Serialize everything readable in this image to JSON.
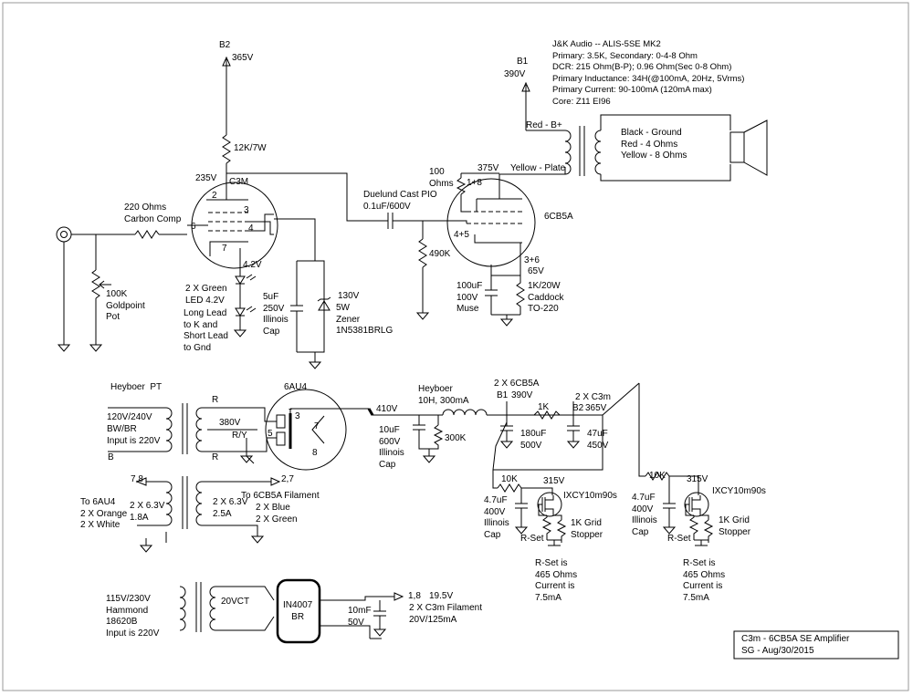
{
  "schematic": {
    "top": {
      "b2_label": "B2",
      "b2_voltage": "365V",
      "r_b2": "12K/7W",
      "c3m_plate_v": "235V",
      "c3m_name": "C3M",
      "pin2": "2",
      "pin3": "3",
      "pin4": "4",
      "pin6": "6",
      "pin7": "7",
      "cathode_v": "4.2V",
      "grid_r": "220 Ohms\nCarbon Comp",
      "pot": "100K\nGoldpoint\nPot",
      "led": "2 X Green\nLED 4.2V",
      "led_note": "Long Lead\nto K and\nShort Lead\nto Gnd",
      "cap_5uf": "5uF\n250V\nIllinois\nCap",
      "zener_v": "130V",
      "zener": "5W\nZener\n1N5381BRLG",
      "pio": "Duelund Cast PIO\n0.1uF/600V",
      "grid_leak": "490K",
      "grid_stop": "100\nOhms",
      "pin18": "1+8",
      "plate_v": "375V",
      "plate_lead": "Yellow - Plate",
      "pin45": "4+5",
      "tube_6cb5a": "6CB5A",
      "pin36": "3+6",
      "cath_v": "65V",
      "cath_cap": "100uF\n100V\nMuse",
      "cath_res": "1K/20W\nCaddock\nTO-220",
      "b1_label": "B1",
      "b1_voltage": "390V",
      "transformer_info": "J&K Audio -- ALIS-5SE MK2\nPrimary: 3.5K, Secondary: 0-4-8 Ohm\nDCR: 215 Ohm(B-P); 0.96 Ohm(Sec 0-8 Ohm)\nPrimary Inductance: 34H(@100mA, 20Hz, 5Vrms)\nPrimary Current: 90-100mA (120mA max)\nCore: Z11 EI96",
      "red_bplus": "Red - B+",
      "secondary_leads": "Black - Ground\nRed - 4 Ohms\nYellow - 8 Ohms"
    },
    "power": {
      "pt_name": "Heyboer  PT",
      "pt_primary": "120V/240V\nBW/BR",
      "pt_input": "Input is 220V",
      "lead_b": "B",
      "lead_r1": "R",
      "lead_r2": "R",
      "hv_sec": "380V",
      "lead_ry": "R/Y",
      "rect_name": "6AU4",
      "pin3": "3",
      "pin5": "5",
      "pin7": "7",
      "pin8": "8",
      "hv_v": "410V",
      "choke": "Heyboer\n10H, 300mA",
      "cap_10uf": "10uF\n600V\nIllinois\nCap",
      "bleeder": "300K",
      "b1_note": "2 X 6CB5A",
      "b1_label": "B1",
      "b1_v": "390V",
      "r_1k": "1K",
      "cap_180": "180uF\n500V",
      "b2_note": "2 X C3m",
      "b2_label": "B2",
      "b2_v": "365V",
      "cap_47": "47uF\n450V",
      "fil_78": "7,8",
      "fil_27": "2,7",
      "fil_left": "To 6AU4\n2 X Orange\n2 X White",
      "fil_left_v": "2 X 6.3V\n1.8A",
      "fil_right_title": "To 6CB5A Filament",
      "fil_right": "2 X 6.3V\n2.5A",
      "fil_right_wires": "2 X Blue\n2 X Green",
      "ccs1_r": "10K",
      "ccs1_v": "315V",
      "ccs1_cap": "4.7uF\n400V\nIllinois\nCap",
      "ccs1_fet": "IXCY10m90s",
      "ccs1_grid": "1K Grid\nStopper",
      "ccs1_rset": "R-Set",
      "ccs1_note": "R-Set is\n465 Ohms\nCurrent is\n7.5mA",
      "ccs2_r": "10K",
      "ccs2_v": "315V",
      "ccs2_cap": "4.7uF\n400V\nIllinois\nCap",
      "ccs2_fet": "IXCY10m90s",
      "ccs2_grid": "1K Grid\nStopper",
      "ccs2_rset": "R-Set",
      "ccs2_note": "R-Set is\n465 Ohms\nCurrent is\n7.5mA",
      "fil_pt_primary": "115V/230V\nHammond\n18620B\nInput is 220V",
      "fil_sec": "20VCT",
      "bridge": "IN4007\nBR",
      "fil_cap": "10mF\n50V",
      "fil_out_pins": "1,8",
      "fil_out_v": "19.5V",
      "fil_out_note": "2 X C3m Filament\n20V/125mA"
    },
    "title_block": {
      "title": "C3m - 6CB5A SE Amplifier",
      "author_date": "SG - Aug/30/2015"
    }
  }
}
